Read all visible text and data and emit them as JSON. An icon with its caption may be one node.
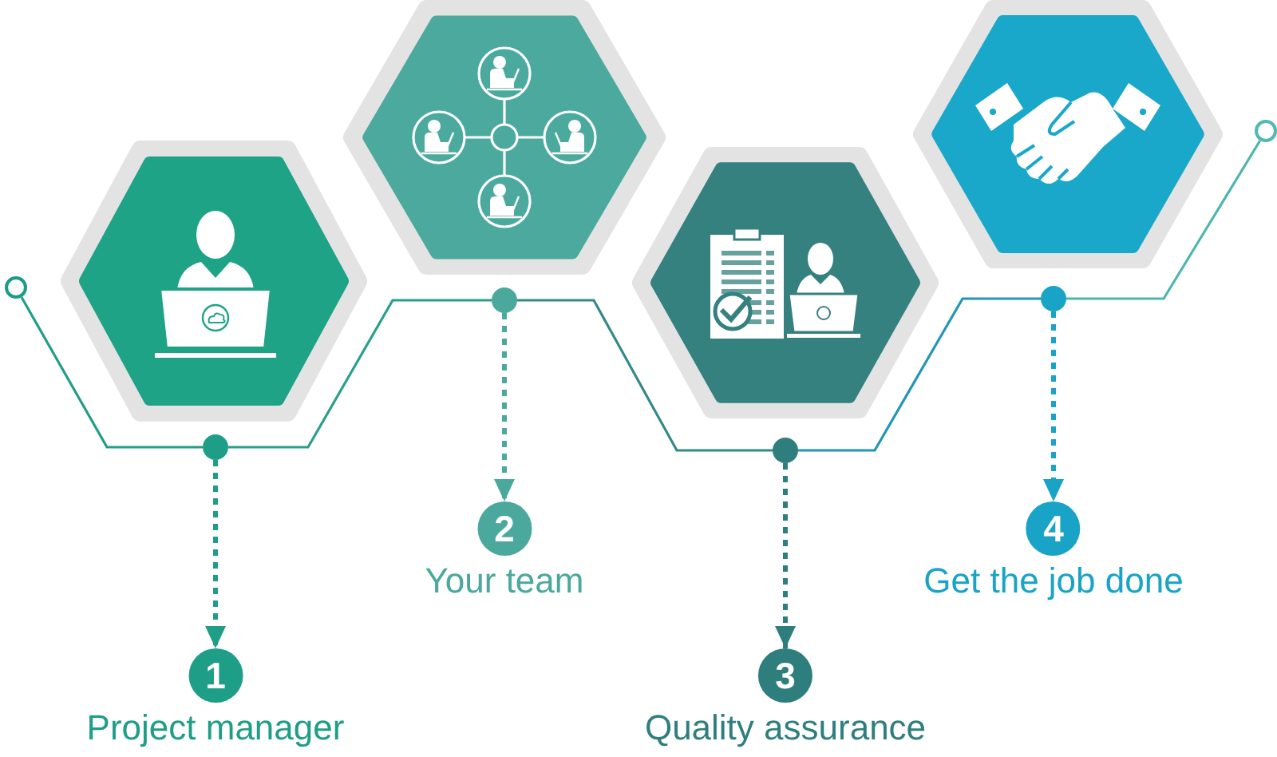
{
  "diagram": {
    "nodes": [
      {
        "text": [],
        "shape": "ring"
      },
      {
        "text": [],
        "shape": "hexagon"
      },
      {
        "text": [],
        "shape": "circle"
      },
      {
        "text": [
          "1",
          "Project manager"
        ]
      },
      {
        "text": [],
        "shape": "hexagon"
      },
      {
        "text": [],
        "shape": "circle"
      },
      {
        "text": [
          "2",
          "Your team"
        ]
      },
      {
        "text": [],
        "shape": "hexagon"
      },
      {
        "text": [],
        "shape": "circle"
      },
      {
        "text": [
          "3",
          "Quality assurance"
        ]
      },
      {
        "text": [],
        "shape": "hexagon"
      },
      {
        "text": [],
        "shape": "circle"
      },
      {
        "text": [
          "4",
          "Get the job done"
        ]
      },
      {
        "text": [],
        "shape": "ring"
      }
    ],
    "edges": [
      {
        "from": 0,
        "to": 2,
        "arrow": "none",
        "color": "#1f9e87"
      },
      {
        "from": 2,
        "to": 5,
        "arrow": "none",
        "color": "#2a9f8c"
      },
      {
        "from": 5,
        "to": 8,
        "arrow": "none",
        "color": "#338a89"
      },
      {
        "from": 8,
        "to": 11,
        "arrow": "none",
        "color": "#2196b5"
      },
      {
        "from": 11,
        "to": 13,
        "arrow": "none",
        "color": "#4db6ae"
      },
      {
        "from": 2,
        "to": 3,
        "arrow": "to",
        "style": "dashed",
        "color": "#1f9e87"
      },
      {
        "from": 5,
        "to": 6,
        "arrow": "to",
        "style": "dashed",
        "color": "#4aa99c"
      },
      {
        "from": 8,
        "to": 9,
        "arrow": "to",
        "style": "dashed",
        "color": "#2f7e7e"
      },
      {
        "from": 11,
        "to": 12,
        "arrow": "to",
        "style": "dashed",
        "color": "#19a3c6"
      }
    ]
  }
}
